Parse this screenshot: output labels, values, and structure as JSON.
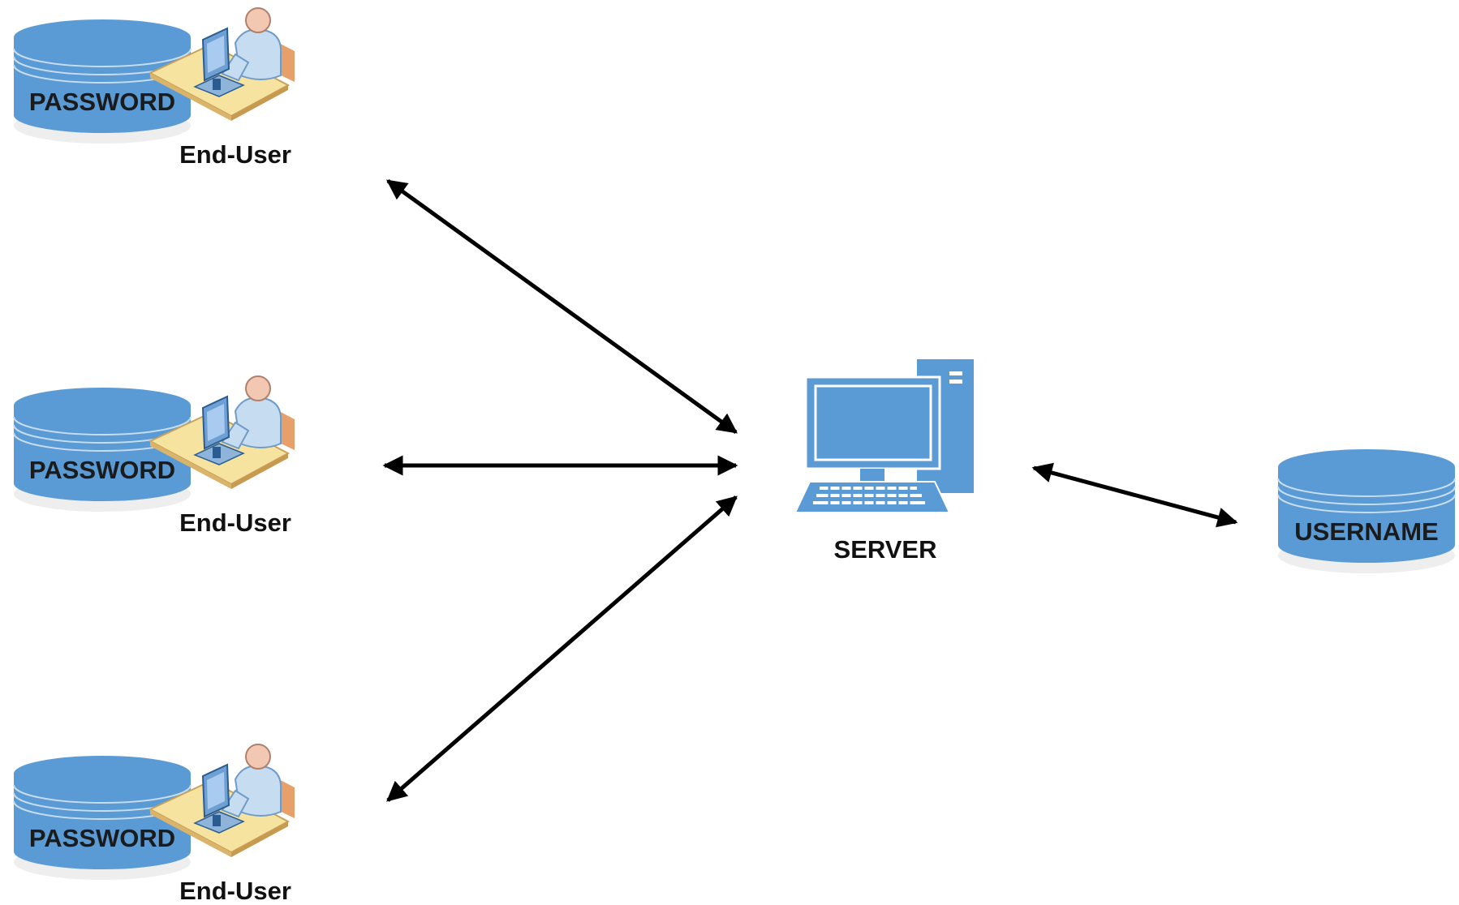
{
  "colors": {
    "database_fill": "#5b9bd5",
    "database_line": "#c9ddf0",
    "computer_fill": "#5b9bd5",
    "arrow": "#000000",
    "background": "#ffffff"
  },
  "icons": {
    "database": "database-cylinder-icon",
    "user_workstation": "user-at-workstation-icon",
    "server_computer": "desktop-computer-icon"
  },
  "end_users": [
    {
      "database_label": "PASSWORD",
      "caption": "End-User"
    },
    {
      "database_label": "PASSWORD",
      "caption": "End-User"
    },
    {
      "database_label": "PASSWORD",
      "caption": "End-User"
    }
  ],
  "server": {
    "caption": "SERVER"
  },
  "username_db": {
    "label": "USERNAME"
  },
  "connections": [
    {
      "from": "end-user-1",
      "to": "server",
      "direction": "both"
    },
    {
      "from": "end-user-2",
      "to": "server",
      "direction": "both"
    },
    {
      "from": "end-user-3",
      "to": "server",
      "direction": "both"
    },
    {
      "from": "server",
      "to": "username-db",
      "direction": "both"
    }
  ]
}
